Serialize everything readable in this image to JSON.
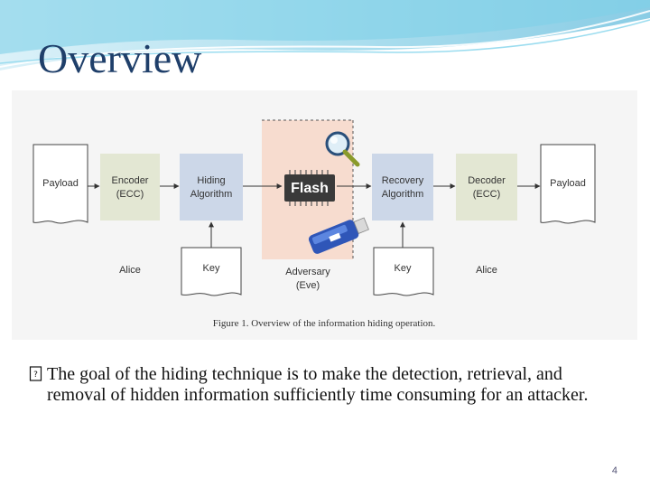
{
  "slide": {
    "title": "Overview",
    "page_number": "4",
    "bullet": {
      "marker_icon": "box-bullet-icon",
      "text": "The goal of the hiding technique is to make the detection, retrieval, and removal of hidden information sufficiently time consuming for an attacker."
    }
  },
  "figure": {
    "payload_in": "Payload",
    "encoder_line1": "Encoder",
    "encoder_line2": "(ECC)",
    "hiding_line1": "Hiding",
    "hiding_line2": "Algorithm",
    "flash_label": "Flash",
    "recovery_line1": "Recovery",
    "recovery_line2": "Algorithm",
    "decoder_line1": "Decoder",
    "decoder_line2": "(ECC)",
    "payload_out": "Payload",
    "alice_left": "Alice",
    "key_left": "Key",
    "adversary_line1": "Adversary",
    "adversary_line2": "(Eve)",
    "key_right": "Key",
    "alice_right": "Alice",
    "caption": "Figure 1.   Overview of the information hiding operation.",
    "colors": {
      "encoder_fill": "#e3e7d3",
      "hiding_fill": "#ccd7e8",
      "adversary_zone": "#f7dccf",
      "chip": "#3a3a3a"
    }
  }
}
